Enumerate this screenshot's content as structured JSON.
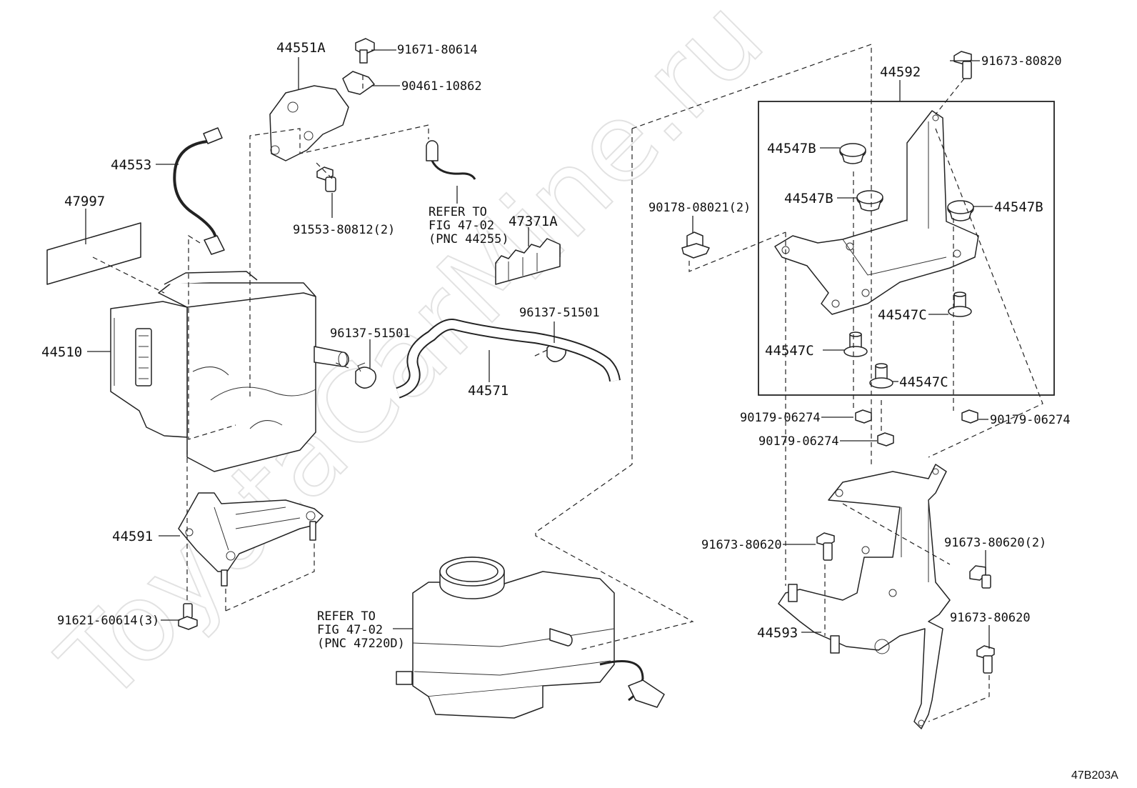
{
  "diagram_code": "47B203A",
  "watermark": "ToyotaCarMine.ru",
  "labels": {
    "p44551A": "44551A",
    "p91671_80614": "91671-80614",
    "p90461_10862": "90461-10862",
    "p44553": "44553",
    "p47997": "47997",
    "p91553_80812": "91553-80812(2)",
    "refer1_l1": "REFER TO",
    "refer1_l2": "FIG 47-02",
    "refer1_l3": "(PNC 44255)",
    "p47371A": "47371A",
    "p44510": "44510",
    "p96137_a": "96137-51501",
    "p96137_b": "96137-51501",
    "p44571": "44571",
    "p44591": "44591",
    "p91621_60614": "91621-60614(3)",
    "refer2_l1": "REFER TO",
    "refer2_l2": "FIG 47-02",
    "refer2_l3": "(PNC 47220D)",
    "p44592": "44592",
    "p91673_80820": "91673-80820",
    "p44547B_1": "44547B",
    "p44547B_2": "44547B",
    "p44547B_3": "44547B",
    "p90178_08021": "90178-08021(2)",
    "p44547C_1": "44547C",
    "p44547C_2": "44547C",
    "p44547C_3": "44547C",
    "p90179_a": "90179-06274",
    "p90179_b": "90179-06274",
    "p90179_c": "90179-06274",
    "p91673_80620_a": "91673-80620",
    "p91673_80620_b": "91673-80620(2)",
    "p91673_80620_c": "91673-80620",
    "p44593": "44593"
  }
}
